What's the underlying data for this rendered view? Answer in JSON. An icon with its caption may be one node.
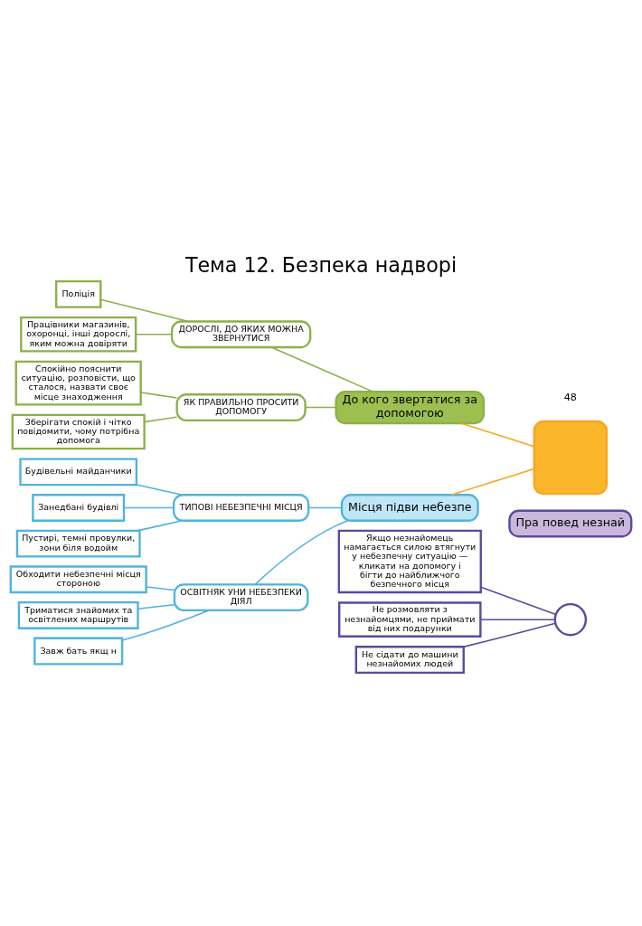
{
  "diagram": {
    "title": "Тема 12. Безпека надворі",
    "nodes": [
      {
        "text": [],
        "shape": "circle"
      },
      {
        "text": [
          "Якщо незнайомець намагається силою втягнути у небезпечну ситуацію — кликати на допомогу і бігти до найближчого безпечного місця"
        ]
      },
      {
        "text": [
          "Не розмовляти з незнайомцями, не приймати від них подарунки"
        ]
      },
      {
        "text": [
          "Не сідати до машини незнайомих людей"
        ]
      },
      {
        "text": [
          "Пра повед незнай"
        ]
      },
      {
        "text": [
          "Поліція"
        ]
      },
      {
        "text": [
          "Працівники магазинів, охоронці, інші дорослі, яким можна довіряти"
        ]
      },
      {
        "text": [
          "ДОРОСЛІ, ДО ЯКИХ МОЖНА ЗВЕРНУТИСЯ"
        ]
      },
      {
        "text": [
          "До кого звертатися за допомогою"
        ]
      },
      {
        "text": [],
        "shape": "box"
      },
      {
        "text": [
          "ЯК ПРАВИЛЬНО ПРОСИТИ ДОПОМОГУ"
        ]
      },
      {
        "text": [
          "Спокійно пояснити ситуацію, розповісти, що сталося, назвати своє місце знаходження"
        ]
      },
      {
        "text": [
          "Зберігати спокій і чітко повідомити, чому потрібна допомога"
        ]
      },
      {
        "text": [
          "Місця підви небезпе"
        ]
      },
      {
        "text": [
          "ТИПОВІ НЕБЕЗПЕЧНІ МІСЦЯ"
        ]
      },
      {
        "text": [
          "Будівельні майданчики"
        ]
      },
      {
        "text": [
          "ОСВІТНЯК УНИ НЕБЕЗПЕКИ ДІЯЛ"
        ]
      },
      {
        "text": [
          "Занедбані будівлі"
        ]
      },
      {
        "text": [
          "Обходити небезпечні місця стороною"
        ]
      },
      {
        "text": [
          "Пустирі, темні провулки, зони біля водойм"
        ]
      },
      {
        "text": [
          "Триматися знайомих та освітлених маршрутів"
        ]
      },
      {
        "text": [
          "Завж бать якщ н"
        ]
      }
    ],
    "edges": [
      {
        "from": 0,
        "to": 1,
        "arrow": "none",
        "color": "#5b4a9e"
      },
      {
        "from": 0,
        "to": 2,
        "arrow": "none",
        "color": "#5b4a9e"
      },
      {
        "from": 0,
        "to": 3,
        "arrow": "none",
        "color": "#5b4a9e"
      },
      {
        "from": 7,
        "to": 5,
        "arrow": "none",
        "color": "#8db04a"
      },
      {
        "from": 7,
        "to": 6,
        "arrow": "none",
        "color": "#8db04a"
      },
      {
        "from": 8,
        "to": 7,
        "arrow": "none",
        "color": "#8db04a"
      },
      {
        "from": 8,
        "to": 10,
        "arrow": "none",
        "color": "#8db04a"
      },
      {
        "from": 9,
        "to": 8,
        "arrow": "none",
        "color": "#f5a623"
      },
      {
        "from": 10,
        "to": 12,
        "arrow": "none",
        "color": "#8db04a"
      },
      {
        "from": 10,
        "to": 11,
        "arrow": "none",
        "color": "#8db04a"
      },
      {
        "from": 9,
        "to": 13,
        "arrow": "none",
        "color": "#f5a623"
      },
      {
        "from": 13,
        "to": 14,
        "arrow": "none"
      },
      {
        "from": 13,
        "to": 16,
        "arrow": "none"
      },
      {
        "from": 14,
        "to": 15,
        "arrow": "none"
      },
      {
        "from": 14,
        "to": 17,
        "arrow": "none"
      },
      {
        "from": 14,
        "to": 19,
        "arrow": "none"
      },
      {
        "from": 16,
        "to": 18,
        "arrow": "none"
      },
      {
        "from": 16,
        "to": 20,
        "arrow": "none"
      },
      {
        "from": 16,
        "to": 21,
        "arrow": "none"
      }
    ],
    "labels": [
      "48"
    ]
  }
}
